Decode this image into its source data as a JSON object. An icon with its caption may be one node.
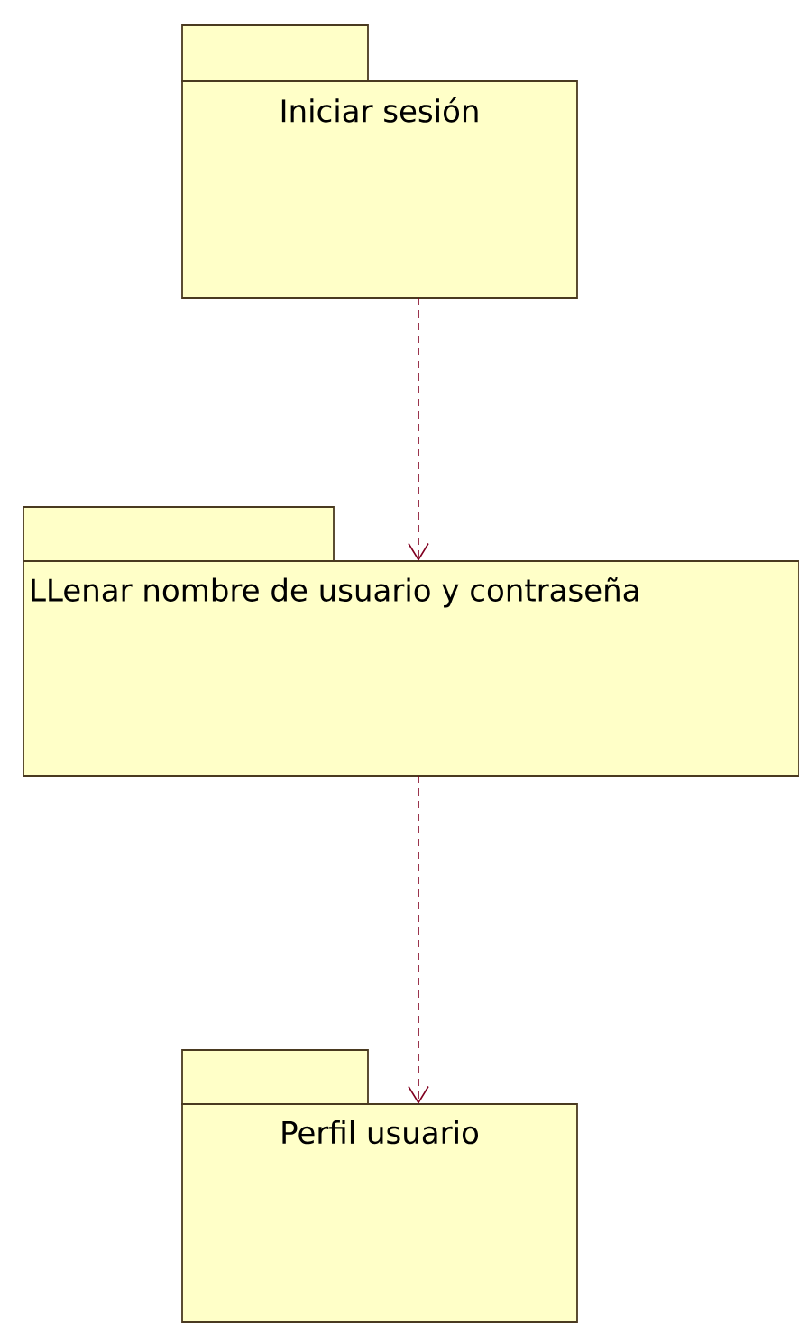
{
  "diagram": {
    "nodes": [
      {
        "text": [
          "Iniciar sesión"
        ]
      },
      {
        "text": [
          "LLenar nombre de usuario y contraseña"
        ]
      },
      {
        "text": [
          "Perfil usuario"
        ]
      }
    ],
    "edges": [
      {
        "from": 0,
        "to": 1,
        "arrow": "to",
        "style": "dashed"
      },
      {
        "from": 1,
        "to": 2,
        "arrow": "to",
        "style": "dashed"
      }
    ]
  }
}
